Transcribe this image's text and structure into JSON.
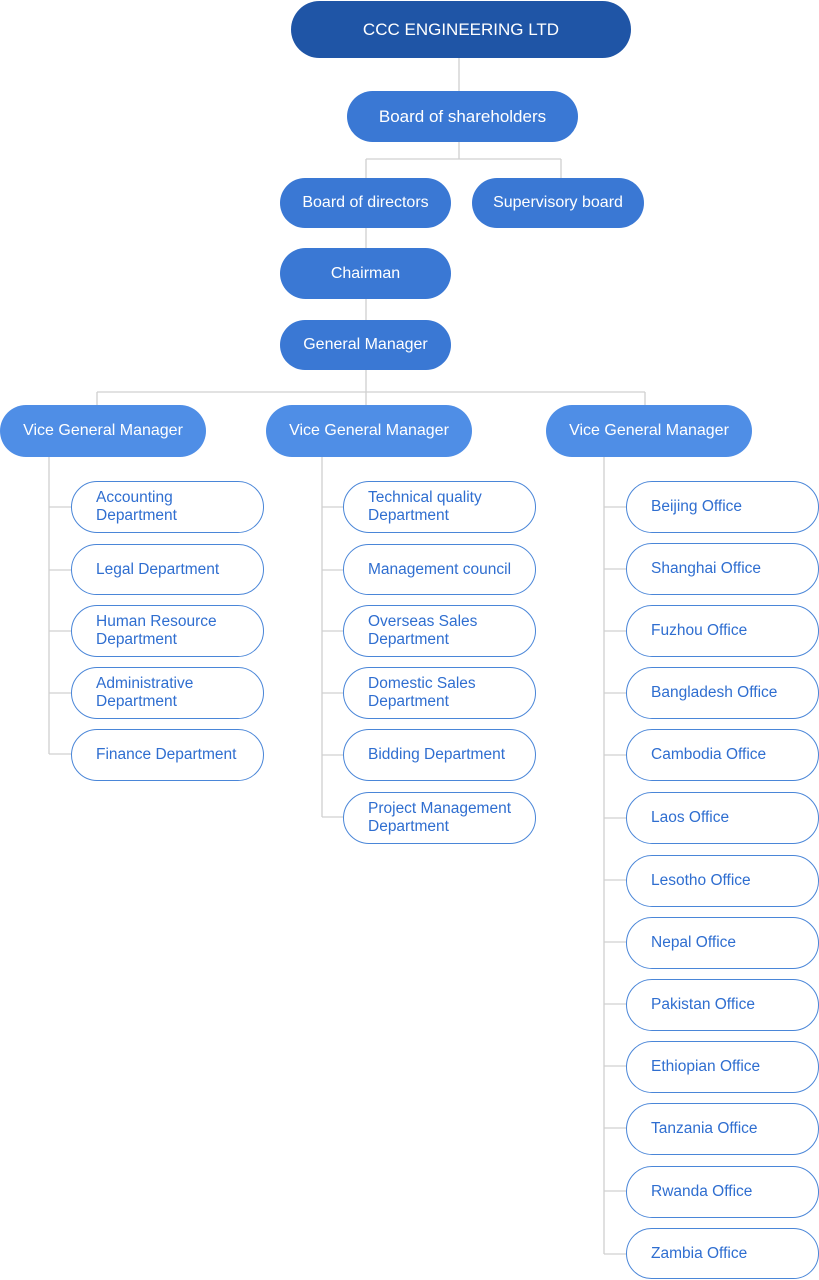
{
  "root": "CCC ENGINEERING LTD",
  "shareholders": "Board of shareholders",
  "directors": "Board of directors",
  "supervisory": "Supervisory board",
  "chairman": "Chairman",
  "general_manager": "General Manager",
  "vgm": [
    "Vice General Manager",
    "Vice General Manager",
    "Vice General Manager"
  ],
  "col1": [
    "Accounting Department",
    "Legal Department",
    "Human Resource Department",
    "Administrative Department",
    "Finance Department"
  ],
  "col2": [
    "Technical quality Department",
    "Management council",
    "Overseas Sales Department",
    "Domestic Sales Department",
    "Bidding Department",
    "Project Management Department"
  ],
  "col3": [
    "Beijing Office",
    "Shanghai Office",
    "Fuzhou Office",
    "Bangladesh Office",
    "Cambodia Office",
    "Laos Office",
    "Lesotho Office",
    "Nepal Office",
    "Pakistan Office",
    "Ethiopian Office",
    "Tanzania Office",
    "Rwanda Office",
    "Zambia Office"
  ],
  "colors": {
    "dark": "#1f55a6",
    "mid": "#3a78d4",
    "light": "#4f8ee6",
    "border": "#4a86d8",
    "text": "#2f6ed0",
    "line": "#d0d0d0"
  }
}
